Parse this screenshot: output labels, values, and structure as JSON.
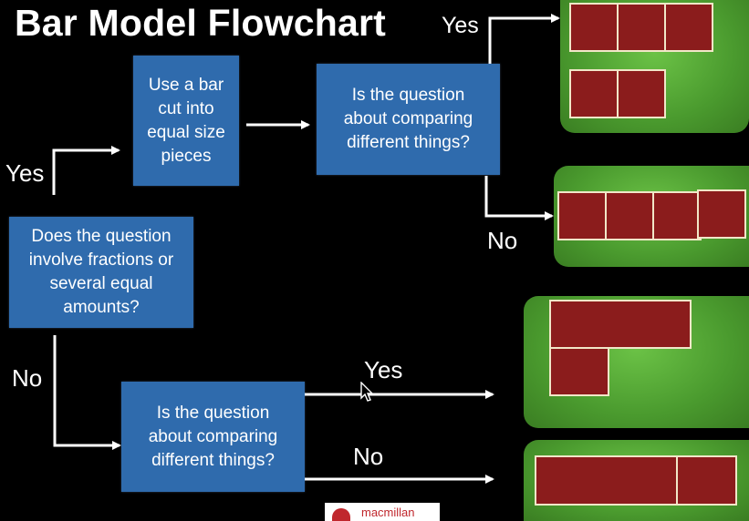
{
  "title": "Bar Model Flowchart",
  "boxes": {
    "start": "Does the question involve fractions or several equal amounts?",
    "use_bar": "Use a bar cut into equal size pieces",
    "compare_top": "Is the question about comparing different things?",
    "compare_bottom": "Is the question about comparing different things?"
  },
  "labels": {
    "yes_start": "Yes",
    "no_start": "No",
    "yes_top": "Yes",
    "no_top": "No",
    "yes_bottom": "Yes",
    "no_bottom": "No"
  },
  "logo_text": "macmillan",
  "colors": {
    "background": "#000000",
    "box": "#2f6bad",
    "panel": "#4a9a2e",
    "bar_piece": "#8b1c1c",
    "piece_border": "#f1e7c8"
  }
}
